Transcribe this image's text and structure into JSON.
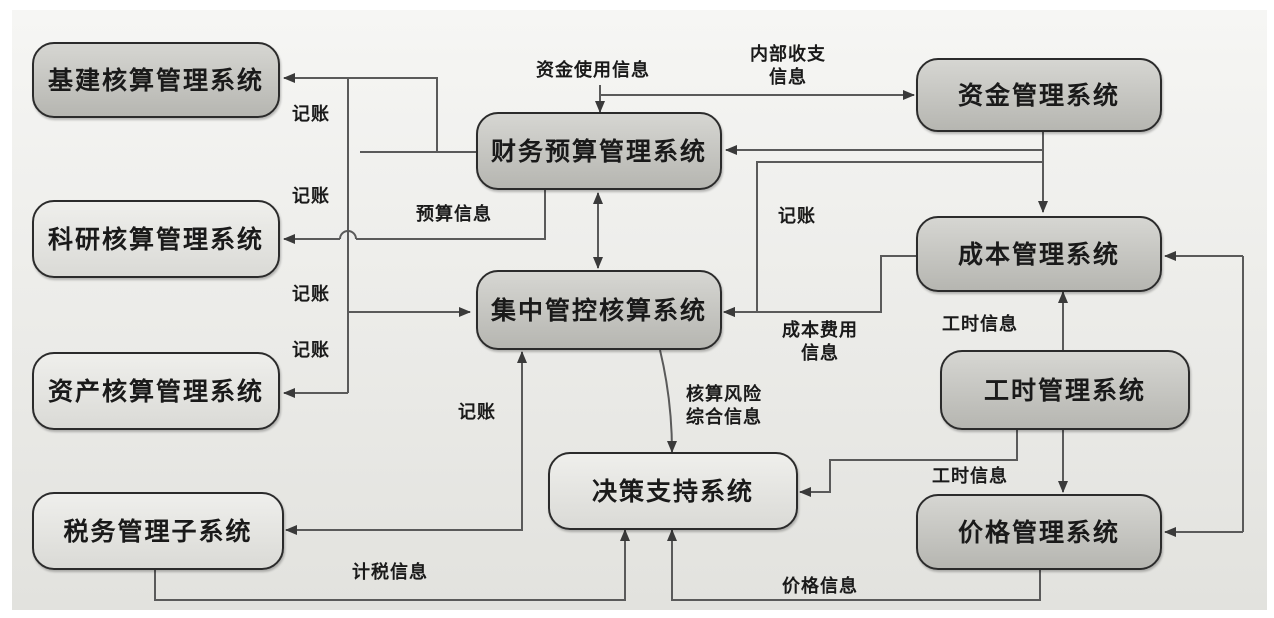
{
  "nodes": {
    "jijian": "基建核算管理系统",
    "keyan": "科研核算管理系统",
    "zichan": "资产核算管理系统",
    "shuiwu": "税务管理子系统",
    "caiwu": "财务预算管理系统",
    "jizhong": "集中管控核算系统",
    "juece": "决策支持系统",
    "zijin": "资金管理系统",
    "chengben": "成本管理系统",
    "gongshi": "工时管理系统",
    "jiage": "价格管理系统"
  },
  "labels": {
    "zijin_shiyong": "资金使用信息",
    "neibu_shouzhi": "内部收支信息",
    "jizhang_1": "记账",
    "jizhang_2": "记账",
    "jizhang_3": "记账",
    "jizhang_4": "记账",
    "jizhang_5": "记账",
    "jizhang_6": "记账",
    "yusuan": "预算信息",
    "chengben_feiyong": "成本费用信息",
    "gongshi_1": "工时信息",
    "gongshi_2": "工时信息",
    "hesuan_fengxian": "核算风险综合信息",
    "jishui": "计税信息",
    "jiage_xinxi": "价格信息"
  },
  "colors": {
    "line": "#555555",
    "node_fill": "#c6c6c2",
    "border": "#2b2b2b"
  }
}
